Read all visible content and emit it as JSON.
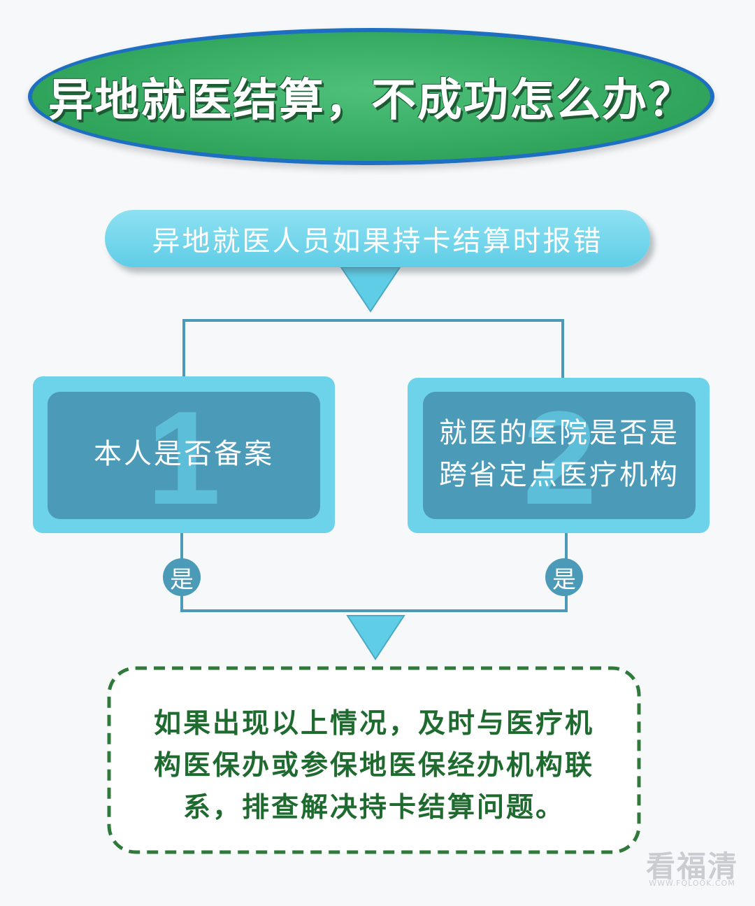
{
  "title": "异地就医结算，不成功怎么办？",
  "start": "异地就医人员如果持卡结算时报错",
  "branches": [
    {
      "number": "1",
      "text": "本人是否备案",
      "answer": "是"
    },
    {
      "number": "2",
      "lines": [
        "就医的医院是否是",
        "跨省定点医疗机构"
      ],
      "answer": "是"
    }
  ],
  "result": {
    "lines": [
      "如果出现以上情况，及时与医疗机",
      "构医保办或参保地医保经办机构联",
      "系，排查解决持卡结算问题。"
    ]
  },
  "watermark": {
    "name": "看福清",
    "url": "WWW.FQLOOK.COM"
  },
  "colors": {
    "title_green": "#33a85f",
    "title_border": "#1e6fc2",
    "light_blue": "#6dd3ea",
    "dark_blue": "#4b9ab8",
    "result_text": "#1f6b2f",
    "dashed_border": "#2f7a3a"
  }
}
